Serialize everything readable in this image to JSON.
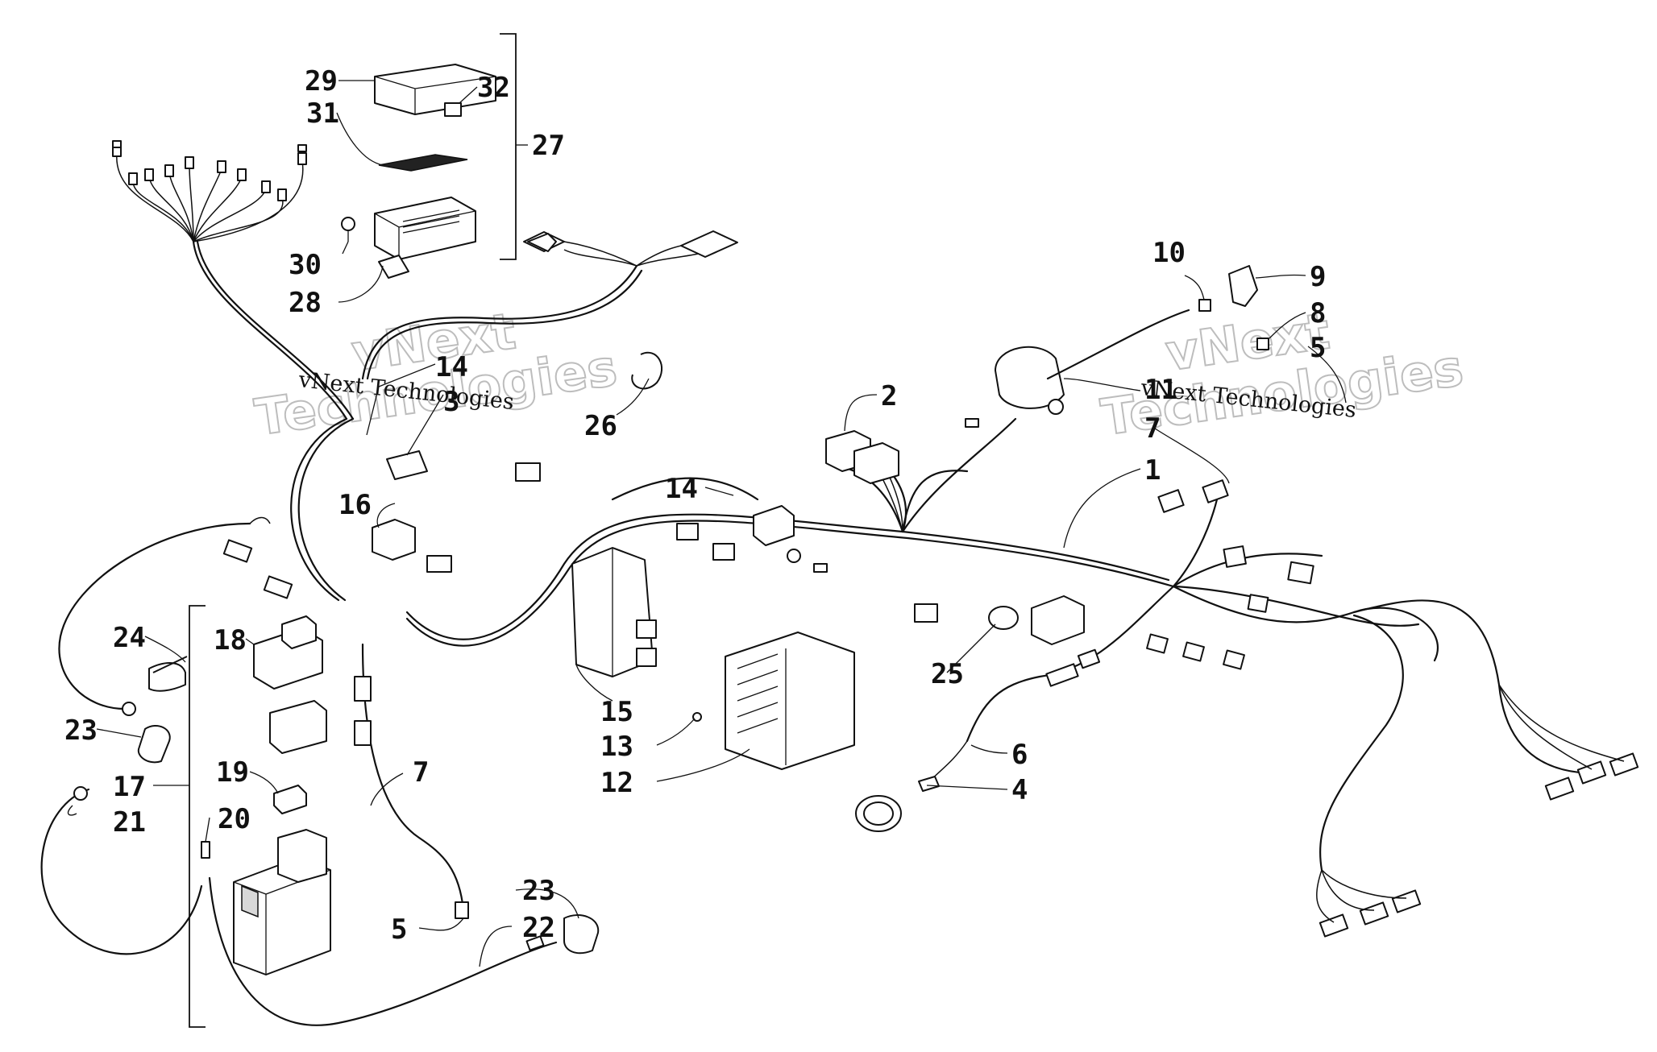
{
  "watermark": {
    "small_text": "vNext Technologies",
    "large_line_1": "vNext",
    "large_line_2": "Technologies"
  },
  "callouts": [
    {
      "id": "c29",
      "label": "29"
    },
    {
      "id": "c32",
      "label": "32"
    },
    {
      "id": "c31",
      "label": "31"
    },
    {
      "id": "c27",
      "label": "27"
    },
    {
      "id": "c30",
      "label": "30"
    },
    {
      "id": "c28",
      "label": "28"
    },
    {
      "id": "c14a",
      "label": "14"
    },
    {
      "id": "c3",
      "label": "3"
    },
    {
      "id": "c26",
      "label": "26"
    },
    {
      "id": "c10",
      "label": "10"
    },
    {
      "id": "c9",
      "label": "9"
    },
    {
      "id": "c8",
      "label": "8"
    },
    {
      "id": "c5a",
      "label": "5"
    },
    {
      "id": "c11",
      "label": "11"
    },
    {
      "id": "c2",
      "label": "2"
    },
    {
      "id": "c7a",
      "label": "7"
    },
    {
      "id": "c1",
      "label": "1"
    },
    {
      "id": "c14b",
      "label": "14"
    },
    {
      "id": "c16",
      "label": "16"
    },
    {
      "id": "c24",
      "label": "24"
    },
    {
      "id": "c18",
      "label": "18"
    },
    {
      "id": "c25",
      "label": "25"
    },
    {
      "id": "c15",
      "label": "15"
    },
    {
      "id": "c13",
      "label": "13"
    },
    {
      "id": "c12",
      "label": "12"
    },
    {
      "id": "c6",
      "label": "6"
    },
    {
      "id": "c4",
      "label": "4"
    },
    {
      "id": "c23a",
      "label": "23"
    },
    {
      "id": "c17",
      "label": "17"
    },
    {
      "id": "c21",
      "label": "21"
    },
    {
      "id": "c19",
      "label": "19"
    },
    {
      "id": "c7b",
      "label": "7"
    },
    {
      "id": "c20",
      "label": "20"
    },
    {
      "id": "c23b",
      "label": "23"
    },
    {
      "id": "c22",
      "label": "22"
    },
    {
      "id": "c5b",
      "label": "5"
    }
  ]
}
